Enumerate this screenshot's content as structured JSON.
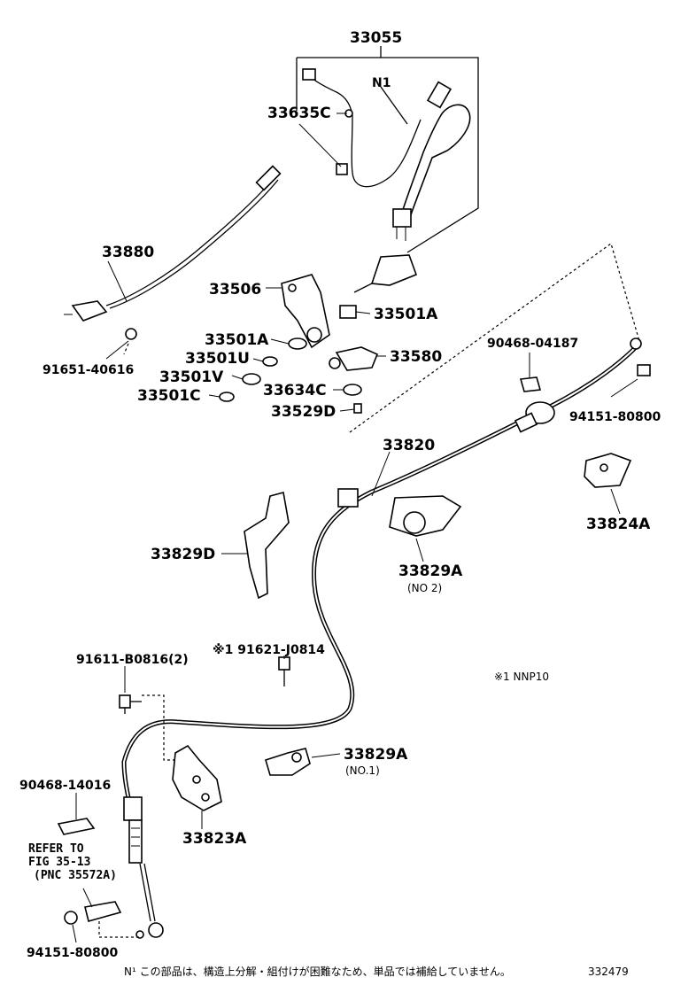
{
  "parts": {
    "p33055": "33055",
    "n1": "N1",
    "p33635C": "33635C",
    "p33880": "33880",
    "p33506": "33506",
    "p33501A_r": "33501A",
    "p33501A_l": "33501A",
    "p33501U": "33501U",
    "p33501V": "33501V",
    "p33501C": "33501C",
    "p33580": "33580",
    "p33634C": "33634C",
    "p33529D": "33529D",
    "p91651": "91651-40616",
    "p90468_04187": "90468-04187",
    "p94151_top": "94151-80800",
    "p33820": "33820",
    "p33824A": "33824A",
    "p33829D": "33829D",
    "p33829A_no2": "33829A",
    "no2": "(NO 2)",
    "p91611": "91611-B0816(2)",
    "p91621": "※1 91621-J0814",
    "nnp": "※1 NNP10",
    "p33829A_no1": "33829A",
    "no1": "(NO.1)",
    "p90468_14016": "90468-14016",
    "p33823A": "33823A",
    "p94151_bottom": "94151-80800"
  },
  "refer": {
    "line1": "REFER TO",
    "line2": "FIG 35-13",
    "line3": "(PNC 35572A)"
  },
  "footer": {
    "note": "N¹  この部品は、構造上分解・組付けが困難なため、単品では補給していません。",
    "code": "332479"
  }
}
